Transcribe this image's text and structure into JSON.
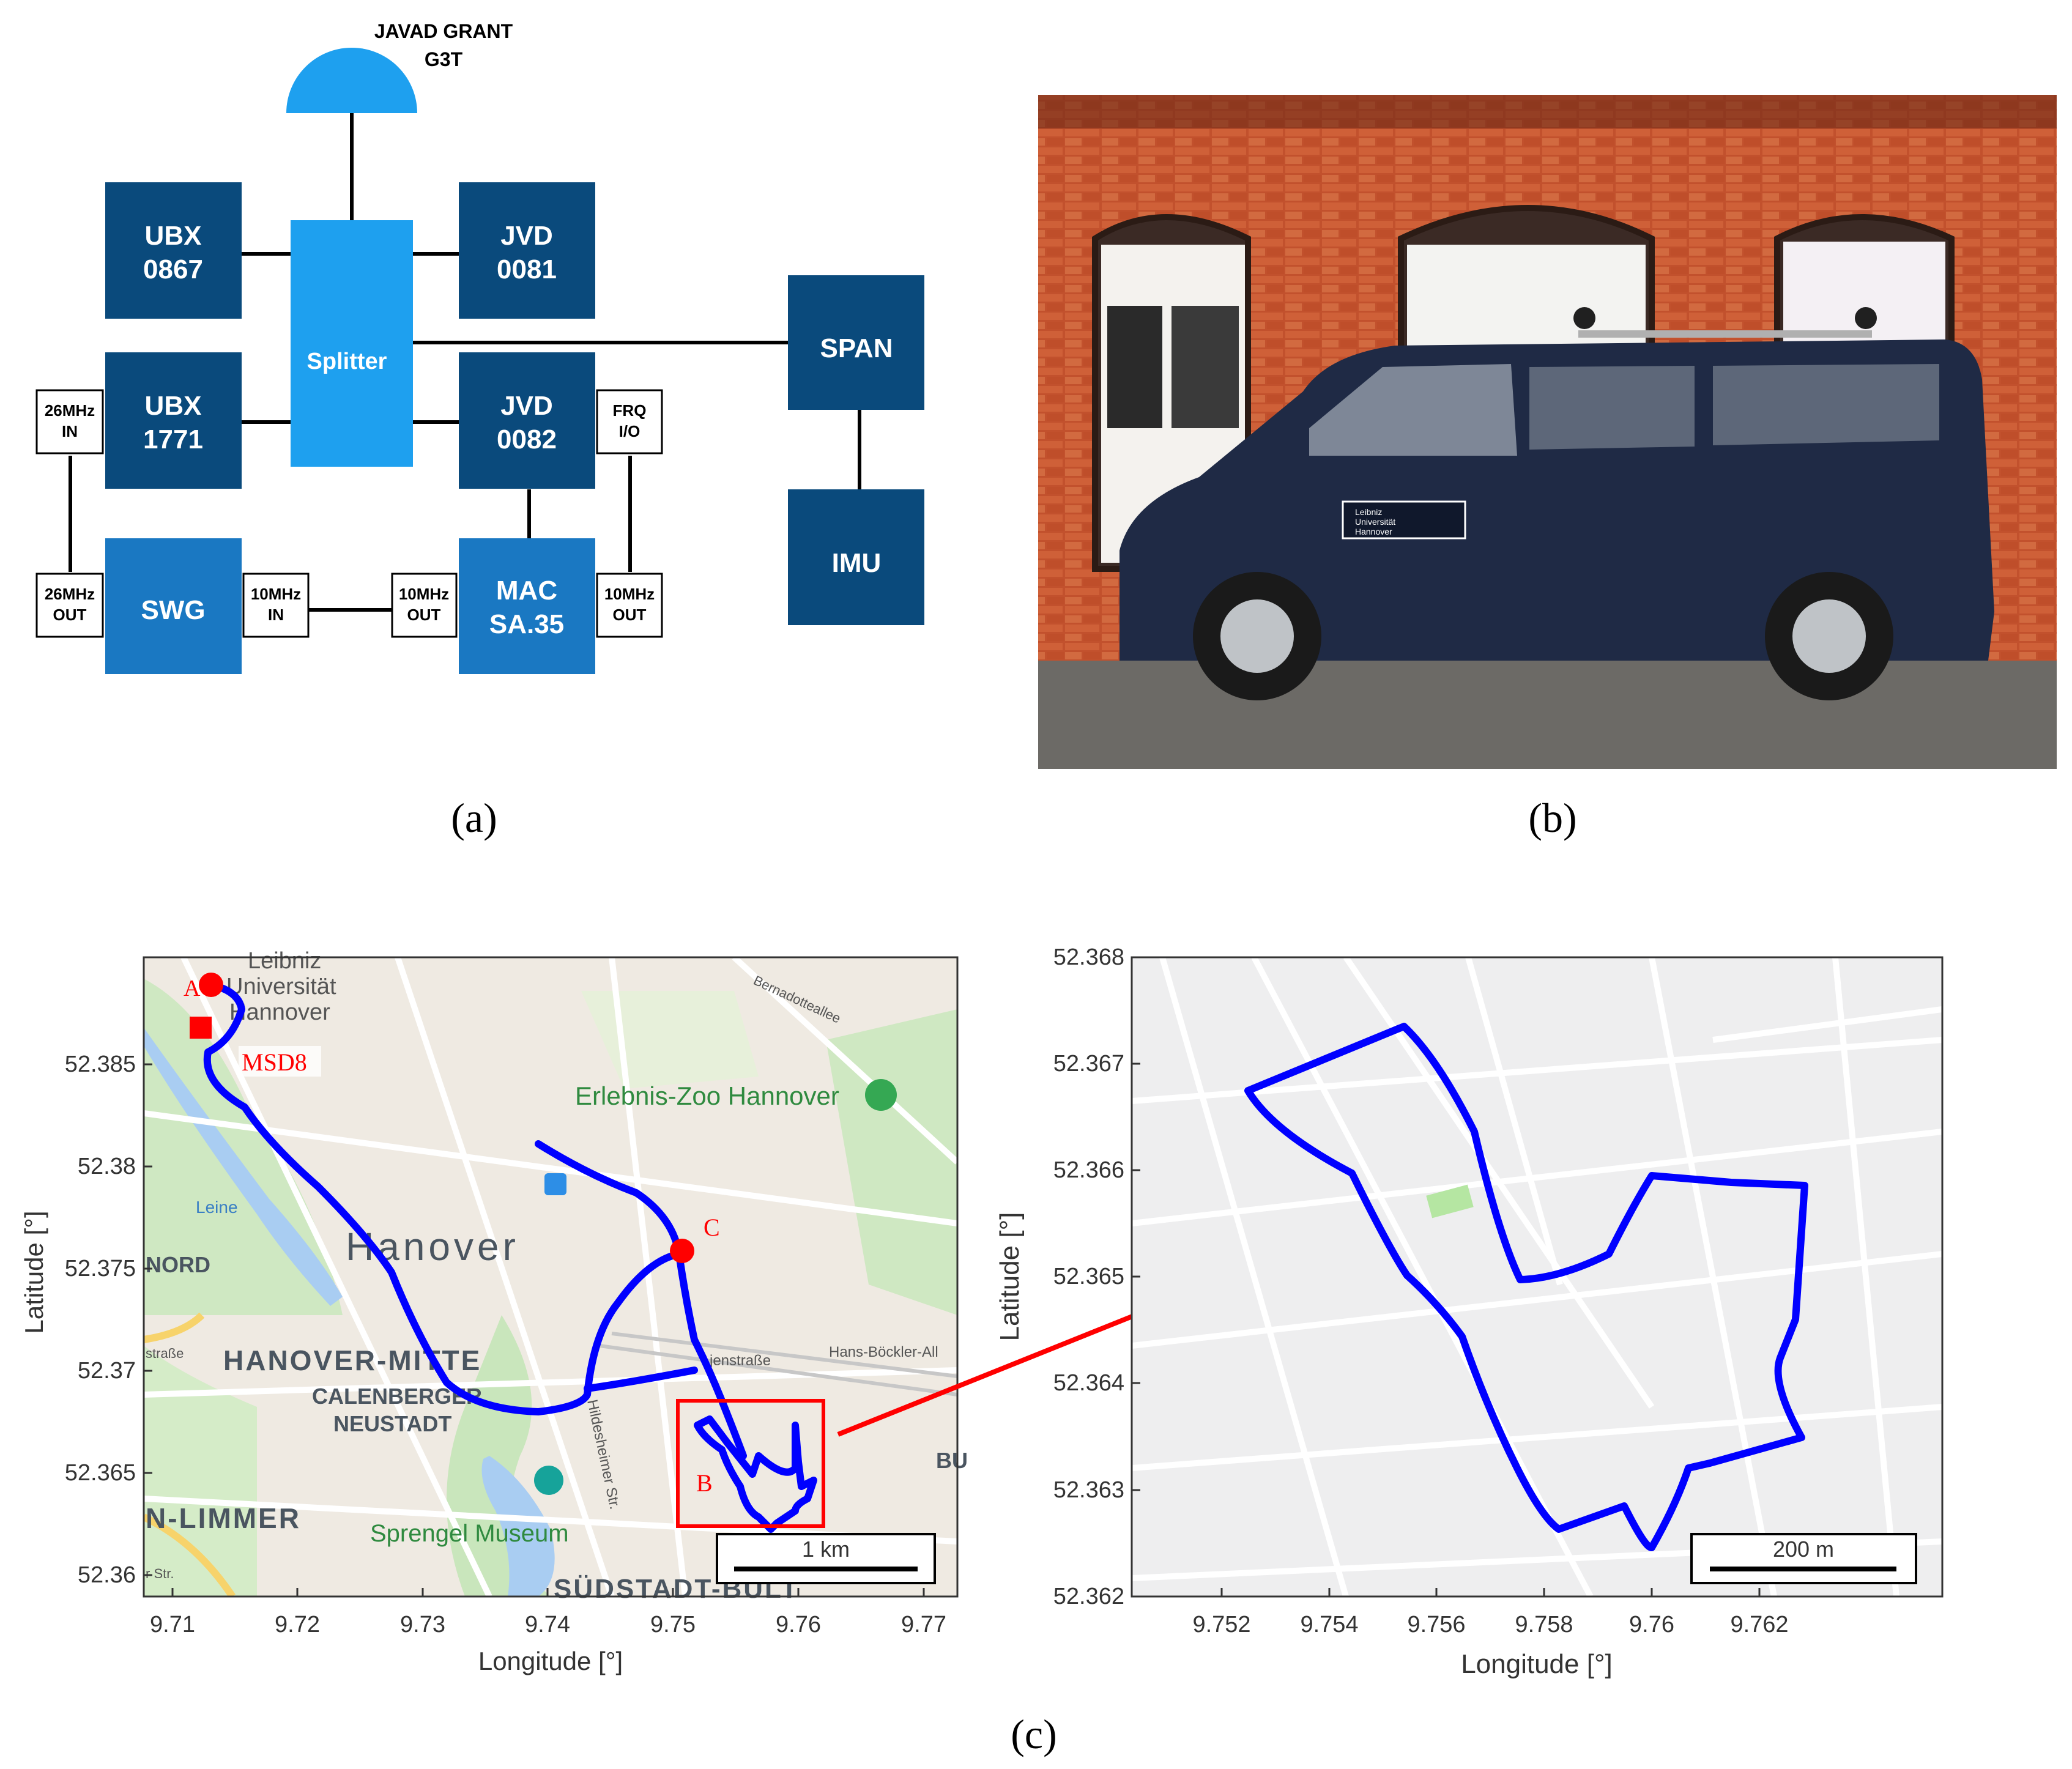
{
  "panel_a": {
    "antenna_label_1": "JAVAD GRANT",
    "antenna_label_2": "G3T",
    "ubx0867": [
      "UBX",
      "0867"
    ],
    "ubx1771": [
      "UBX",
      "1771"
    ],
    "jvd0081": [
      "JVD",
      "0081"
    ],
    "jvd0082": [
      "JVD",
      "0082"
    ],
    "splitter": "Splitter",
    "span": "SPAN",
    "imu": "IMU",
    "swg": "SWG",
    "mac": [
      "MAC",
      "SA.35"
    ],
    "in26": [
      "26MHz",
      "IN"
    ],
    "out26": [
      "26MHz",
      "OUT"
    ],
    "in10": [
      "10MHz",
      "IN"
    ],
    "out10_mac_left": [
      "10MHz",
      "OUT"
    ],
    "out10_mac_right": [
      "10MHz",
      "OUT"
    ],
    "frq": [
      "FRQ",
      "I/O"
    ],
    "colors": {
      "dark": "#0a4a7c",
      "mid": "#1a78c2",
      "light": "#1ea0ef"
    },
    "caption": "(a)"
  },
  "panel_b": {
    "door_sign": [
      "Leibniz",
      "Universität",
      "Hannover"
    ],
    "caption": "(b)"
  },
  "panel_c": {
    "caption": "(c)",
    "left_map": {
      "ylabel": "Latitude [°]",
      "xlabel": "Longitude [°]",
      "xticks": [
        "9.71",
        "9.72",
        "9.73",
        "9.74",
        "9.75",
        "9.76",
        "9.77"
      ],
      "yticks": [
        "52.385",
        "52.38",
        "52.375",
        "52.37",
        "52.365",
        "52.36"
      ],
      "marker_a": "A",
      "marker_msd8": "MSD8",
      "marker_b": "B",
      "marker_c": "C",
      "scalebar": "1 km",
      "labels": {
        "hanover": "Hanover",
        "mitte": "HANOVER-MITTE",
        "calenberger1": "CALENBERGER",
        "calenberger2": "NEUSTADT",
        "limmer": "N-LIMMER",
        "nord": "NORD",
        "zoo": "Erlebnis-Zoo Hannover",
        "sprengel": "Sprengel Museum",
        "leibniz1": "Leibniz",
        "leibniz2": "Universität",
        "leibniz3": "Hannover",
        "suedstadt": "SÜDSTADT-BULT",
        "bult": "BU",
        "leine": "Leine",
        "hans": "Hans-Böckler-All",
        "bernadotte": "Bernadotteallee",
        "strasse": "straße",
        "hildesheimer": "Hildesheimer Str.",
        "jenstrasse": "jenstraße",
        "str": "r Str."
      },
      "track_color": "#0000ff",
      "marker_color": "#ff0000"
    },
    "right_map": {
      "ylabel": "Latitude [°]",
      "xlabel": "Longitude [°]",
      "xticks": [
        "9.752",
        "9.754",
        "9.756",
        "9.758",
        "9.76",
        "9.762"
      ],
      "yticks": [
        "52.368",
        "52.367",
        "52.366",
        "52.365",
        "52.364",
        "52.363",
        "52.362"
      ],
      "scalebar": "200 m",
      "track_color": "#0000ff",
      "arrow_color": "#ff0000"
    }
  }
}
